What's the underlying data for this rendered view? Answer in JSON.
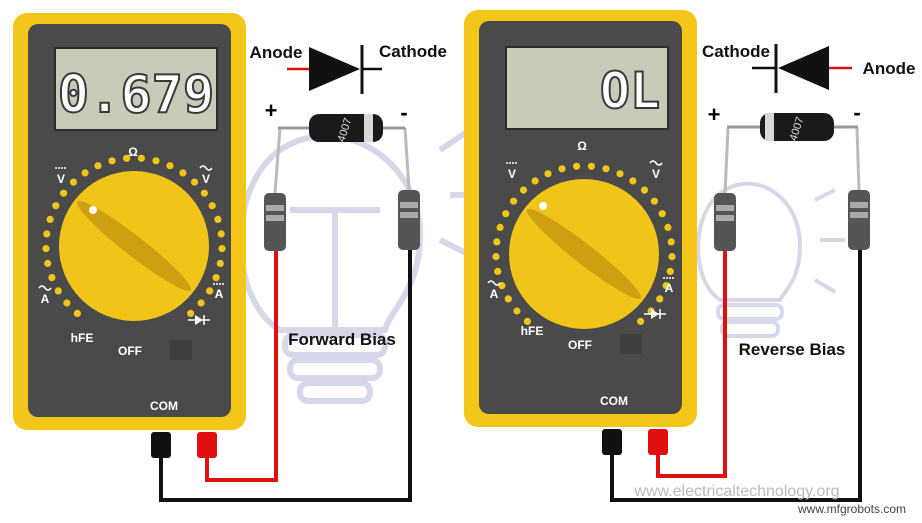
{
  "colors": {
    "case": "#f4c61a",
    "body": "#4a4a4a",
    "screen": "#c8cbb8",
    "knob": "#f0c419",
    "red_lead": "#e01010",
    "black_lead": "#111111",
    "watermark_bulb": "#cfd1e4"
  },
  "meters": [
    {
      "display": "0.679",
      "labels": {
        "ohm": "Ω",
        "dc_volt": "V",
        "ac_volt": "V",
        "ac_amp": "A",
        "dc_amp": "A",
        "hfe": "hFE",
        "off": "OFF",
        "com": "COM"
      },
      "diode": {
        "left_label": "Anode",
        "right_label": "Cathode",
        "body_text": "4007",
        "plus": "+",
        "minus": "-"
      },
      "caption": "Forward Bias"
    },
    {
      "display": "OL",
      "labels": {
        "ohm": "Ω",
        "dc_volt": "V",
        "ac_volt": "V",
        "ac_amp": "A",
        "dc_amp": "A",
        "hfe": "hFE",
        "off": "OFF",
        "com": "COM"
      },
      "diode": {
        "left_label": "Cathode",
        "right_label": "Anode",
        "body_text": "4007",
        "plus": "+",
        "minus": "-"
      },
      "caption": "Reverse Bias"
    }
  ],
  "watermark": "www.electricaltechnology.org",
  "footer_watermark": "www.mfgrobots.com",
  "icons": [
    "lightbulb-icon",
    "diode-symbol-icon",
    "diode-setting-icon"
  ]
}
